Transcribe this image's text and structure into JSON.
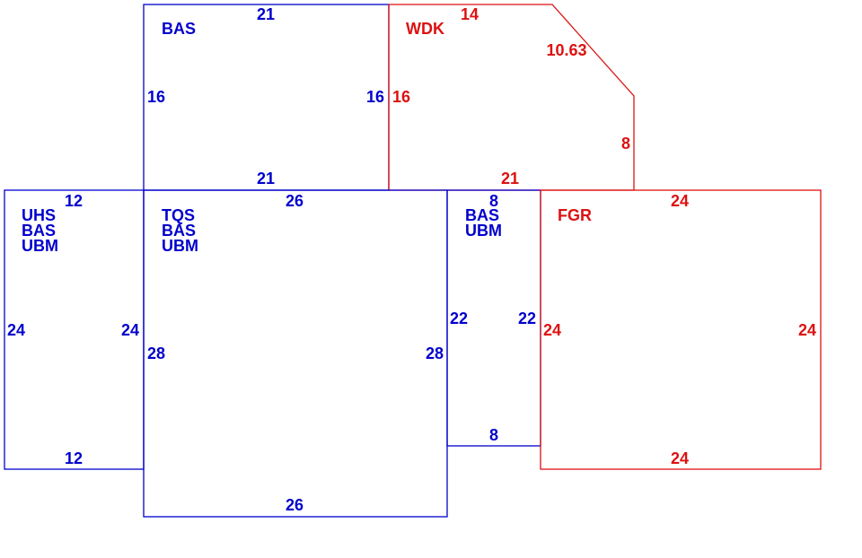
{
  "colors": {
    "living": "#0000cc",
    "other": "#dd1111",
    "background": "#ffffff"
  },
  "areas": {
    "bas_top": {
      "codes": [
        "BAS"
      ],
      "dims": {
        "top": "21",
        "bottom": "21",
        "left": "16",
        "right": "16"
      }
    },
    "wdk": {
      "codes": [
        "WDK"
      ],
      "dims": {
        "top": "14",
        "angle": "10.63",
        "left": "16",
        "right": "8",
        "bottom": "21"
      }
    },
    "uhs": {
      "codes": [
        "UHS",
        "BAS",
        "UBM"
      ],
      "dims": {
        "top": "12",
        "bottom": "12",
        "left": "24",
        "right": "24"
      }
    },
    "tqs": {
      "codes": [
        "TQS",
        "BAS",
        "UBM"
      ],
      "dims": {
        "top": "26",
        "bottom": "26",
        "left": "28",
        "right": "28"
      }
    },
    "bas_small": {
      "codes": [
        "BAS",
        "UBM"
      ],
      "dims": {
        "top": "8",
        "bottom": "8",
        "left": "22",
        "right": "22"
      }
    },
    "fgr": {
      "codes": [
        "FGR"
      ],
      "dims": {
        "top": "24",
        "bottom": "24",
        "left": "24",
        "right": "24"
      }
    }
  }
}
